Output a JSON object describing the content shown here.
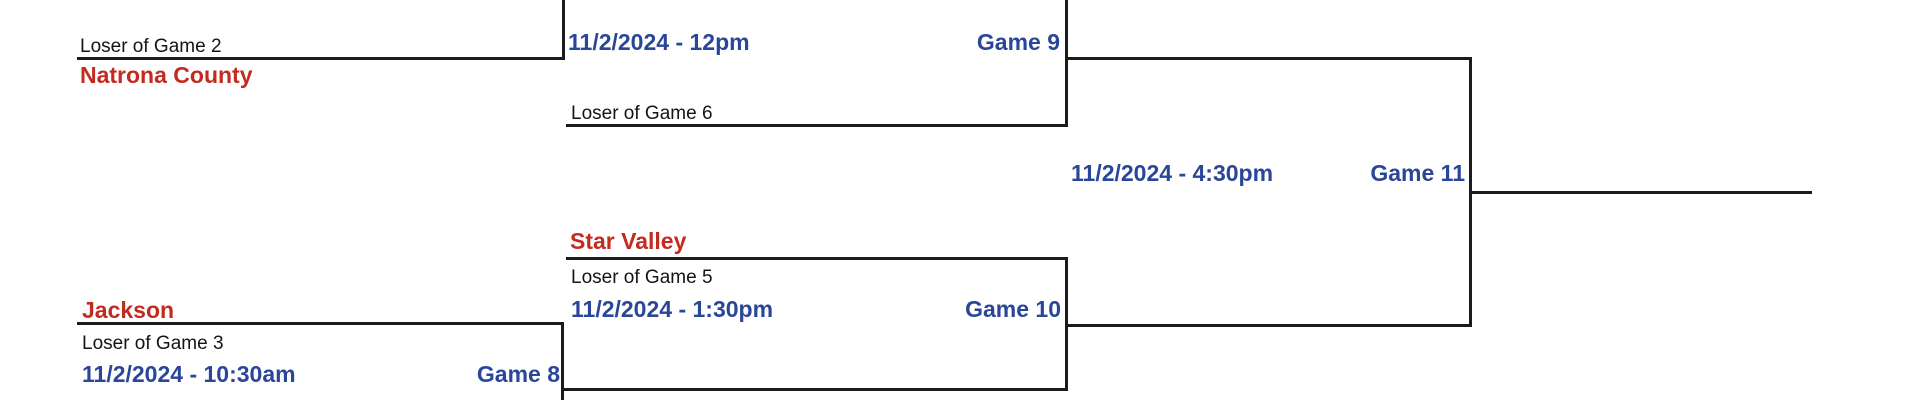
{
  "colors": {
    "team_name": "#c32b20",
    "schedule_text": "#2a4699",
    "bracket_line": "#1b1b1b",
    "slot_label": "#141414",
    "background": "#ffffff"
  },
  "games": {
    "game8": {
      "label": "Game 8",
      "datetime": "11/2/2024 - 10:30am",
      "top_team": "Jackson",
      "top_slot": "Loser of Game 3"
    },
    "game9": {
      "label": "Game 9",
      "datetime": "11/2/2024 - 12pm",
      "top_slot": "Loser of Game 2",
      "top_team": "Natrona County",
      "bottom_slot": "Loser of Game 6"
    },
    "game10": {
      "label": "Game 10",
      "datetime": "11/2/2024 - 1:30pm",
      "top_team": "Star Valley",
      "top_slot": "Loser of Game 5"
    },
    "game11": {
      "label": "Game 11",
      "datetime": "11/2/2024 - 4:30pm"
    }
  }
}
